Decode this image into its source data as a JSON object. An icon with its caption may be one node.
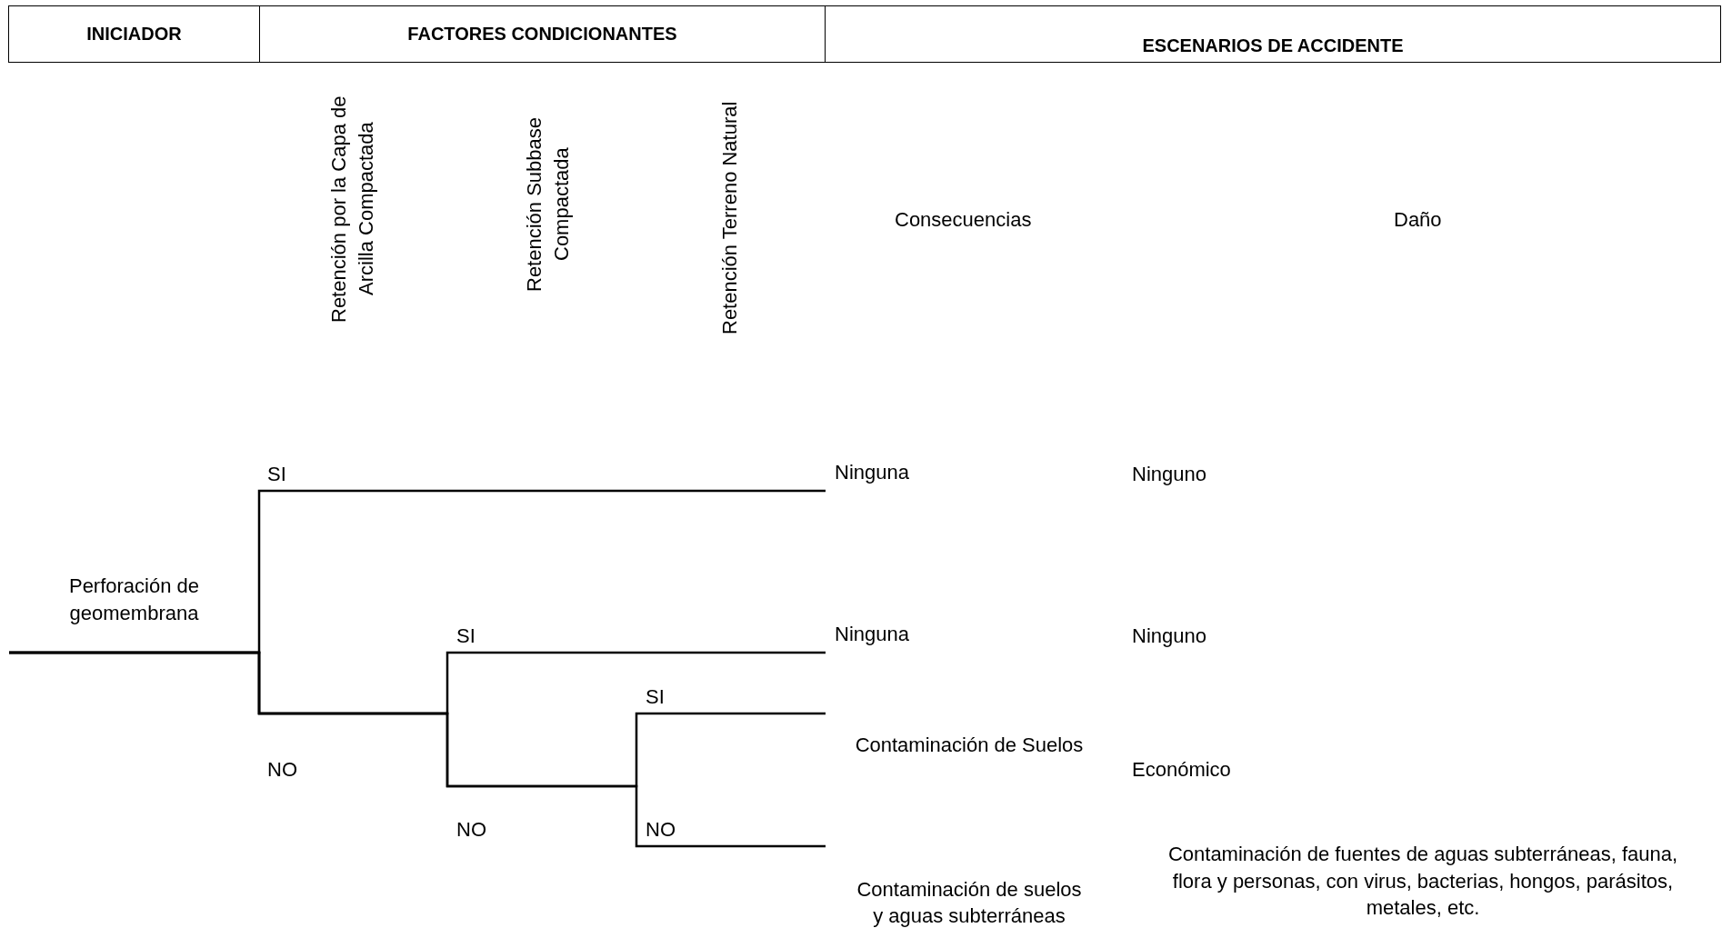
{
  "diagram": {
    "nodes": [
      {
        "text": [
          "INICIADOR"
        ]
      },
      {
        "text": [
          "FACTORES CONDICIONANTES"
        ]
      },
      {
        "text": [
          "ESCENARIOS DE ACCIDENTE"
        ]
      },
      {
        "text": [
          "Perforación de geomembrana"
        ]
      },
      {
        "text": [
          "Ninguna"
        ]
      },
      {
        "text": [
          "Ninguna"
        ]
      },
      {
        "text": [
          "Contaminación de Suelos"
        ]
      },
      {
        "text": [
          "Contaminación de suelos y aguas subterráneas"
        ]
      }
    ],
    "edges": [
      {
        "from": 3,
        "to": 4,
        "arrow": "none"
      },
      {
        "from": 3,
        "to": 5,
        "arrow": "none"
      },
      {
        "from": 3,
        "to": 6,
        "arrow": "none"
      },
      {
        "from": 3,
        "to": 7,
        "arrow": "none"
      }
    ],
    "labels": [
      "Retención por la Capa de Arcilla Compactada",
      "Retención Subbase Compactada",
      "Retención Terreno Natural",
      "Consecuencias",
      "Daño",
      "SI",
      "Ninguno",
      "SI",
      "Ninguno",
      "SI",
      "NO",
      "Económico",
      "NO",
      "NO",
      "Contaminación de fuentes de aguas subterráneas, fauna, flora  y personas, con virus, bacterias, hongos, parásitos, metales, etc."
    ]
  }
}
